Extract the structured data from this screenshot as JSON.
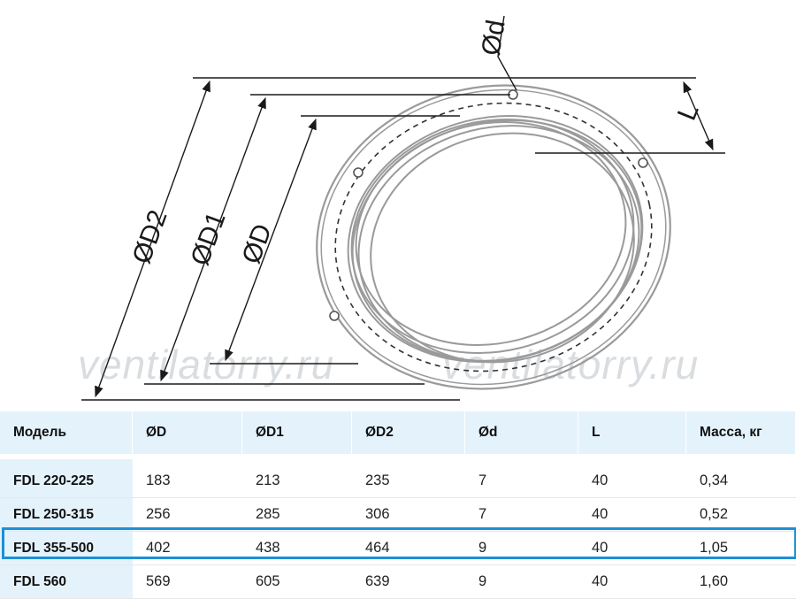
{
  "drawing": {
    "watermark_text": "ventilatorry.ru",
    "dim_labels": {
      "D2": "ØD2",
      "D1": "ØD1",
      "D": "ØD",
      "d": "Ød",
      "L": "L"
    },
    "colors": {
      "stroke": "#9a9a9a",
      "dimension": "#1a1a1a",
      "watermark": "#d9dde0"
    }
  },
  "table": {
    "headers": [
      "Модель",
      "ØD",
      "ØD1",
      "ØD2",
      "Ød",
      "L",
      "Масса, кг"
    ],
    "rows": [
      [
        "FDL 220-225",
        "183",
        "213",
        "235",
        "7",
        "40",
        "0,34"
      ],
      [
        "FDL 250-315",
        "256",
        "285",
        "306",
        "7",
        "40",
        "0,52"
      ],
      [
        "FDL 355-500",
        "402",
        "438",
        "464",
        "9",
        "40",
        "1,05"
      ],
      [
        "FDL 560",
        "569",
        "605",
        "639",
        "9",
        "40",
        "1,60"
      ]
    ],
    "highlighted_row_index": 2,
    "colors": {
      "header_bg": "#e4f2fb",
      "highlight_border": "#1d8fd8"
    }
  }
}
